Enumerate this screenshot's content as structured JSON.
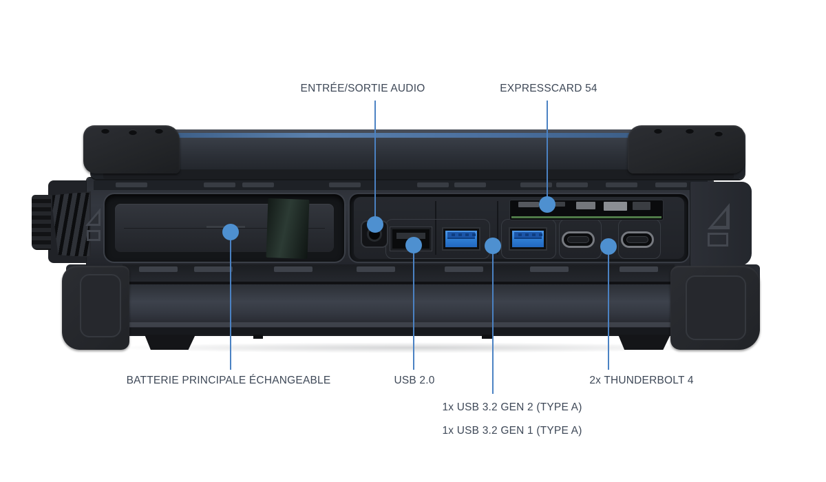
{
  "callouts": {
    "audio": {
      "label": "ENTRÉE/SORTIE AUDIO"
    },
    "expresscard": {
      "label": "EXPRESSCARD 54"
    },
    "battery": {
      "label": "BATTERIE PRINCIPALE ÉCHANGEABLE"
    },
    "usb2": {
      "label": "USB 2.0"
    },
    "usb32_gen2": {
      "label": "1x USB 3.2 GEN 2 (TYPE A)"
    },
    "usb32_gen1": {
      "label": "1x USB 3.2 GEN 1 (TYPE A)"
    },
    "thunderbolt": {
      "label": "2x THUNDERBOLT 4"
    }
  },
  "theme": {
    "label-color": "#3e4857",
    "line-color": "#4b82c3",
    "dot-color": "#4e90d0",
    "usb3-blue": "#2e7cd3",
    "stripe-blue": "#4a6f9e",
    "pcb-green": "#4f7a48"
  }
}
